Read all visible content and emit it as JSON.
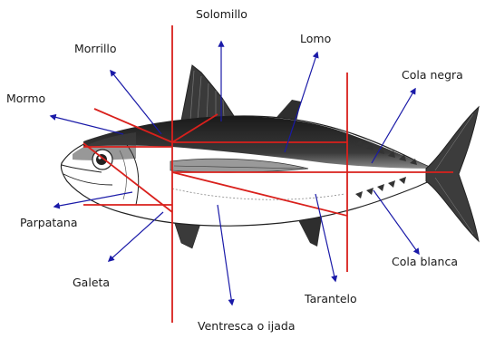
{
  "labels": {
    "solomillo": "Solomillo",
    "morrillo": "Morrillo",
    "lomo": "Lomo",
    "cola_negra": "Cola negra",
    "mormo": "Mormo",
    "parpatana": "Parpatana",
    "galeta": "Galeta",
    "cola_blanca": "Cola blanca",
    "tarantelo": "Tarantelo",
    "ventresca": "Ventresca o ijada"
  },
  "colors": {
    "cut_lines": "#d9201c",
    "arrows": "#1a1aa8",
    "fish_dark": "#2b2b2b",
    "fish_light": "#ffffff",
    "text": "#1a1a1a"
  }
}
